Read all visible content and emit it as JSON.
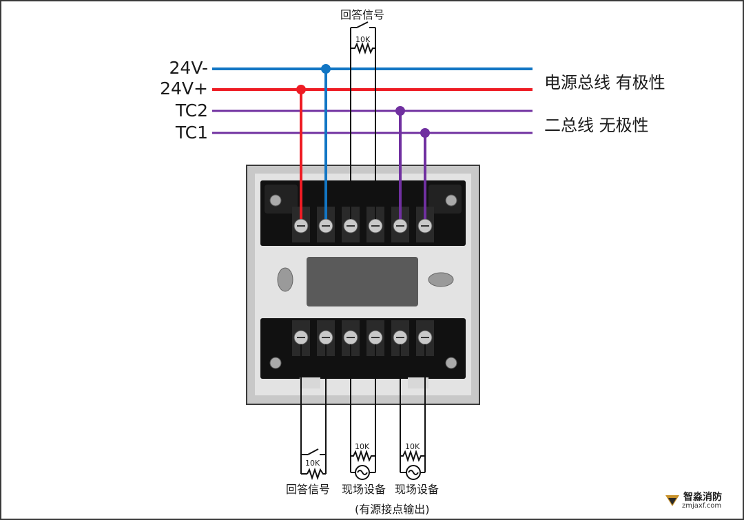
{
  "colors": {
    "negative": "#1276c4",
    "positive": "#ee1c24",
    "bus": "#7030a0",
    "black": "#111111",
    "frame": "#3a3a3a"
  },
  "wires": {
    "v_neg": "24V-",
    "v_pos": "24V+",
    "tc2": "TC2",
    "tc1": "TC1"
  },
  "descriptions": {
    "power_bus": "电源总线 有极性",
    "two_bus": "二总线 无极性"
  },
  "top": {
    "reply_signal": "回答信号",
    "resistor": "10K"
  },
  "bottom": {
    "reply_signal": "回答信号",
    "device1": "现场设备",
    "device2": "现场设备",
    "note": "(有源接点输出)",
    "resistor1": "10K",
    "resistor2": "10K",
    "resistor3": "10K"
  },
  "watermark": {
    "name": "智淼消防",
    "url": "zmjaxf.com"
  }
}
